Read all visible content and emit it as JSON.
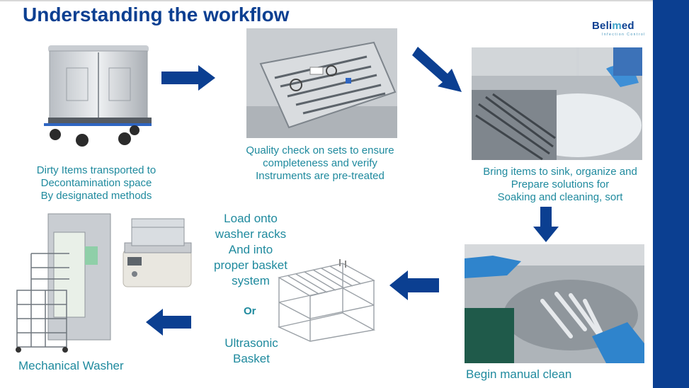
{
  "slide": {
    "title": "Understanding the workflow",
    "accent_color": "#0b3f91",
    "caption_color": "#1f8a9e"
  },
  "logo": {
    "name": "Belimed",
    "tagline": "Infection Control"
  },
  "steps": {
    "transport": {
      "lines": [
        "Dirty Items transported to",
        "Decontamination space",
        "By designated methods"
      ],
      "image": "cart"
    },
    "quality_check": {
      "lines": [
        "Quality check on sets to ensure",
        "completeness and verify",
        "Instruments are pre-treated"
      ],
      "image": "instrument-tray"
    },
    "sink": {
      "lines": [
        "Bring items to sink, organize and",
        "Prepare solutions for",
        "Soaking and cleaning, sort"
      ],
      "image": "sink-soak"
    },
    "manual_clean": {
      "lines": [
        "Begin manual clean"
      ],
      "image": "manual-clean"
    },
    "load": {
      "lines": [
        "Load onto",
        "washer racks",
        "And into",
        "proper basket",
        "system"
      ],
      "or_label": "Or",
      "alt_lines": [
        "Ultrasonic",
        "Basket"
      ],
      "image": "wire-basket"
    },
    "mechanical": {
      "lines": [
        "Mechanical Washer"
      ],
      "image": "washer-machine"
    }
  },
  "arrows": [
    "right",
    "down-right",
    "down",
    "left",
    "left"
  ]
}
